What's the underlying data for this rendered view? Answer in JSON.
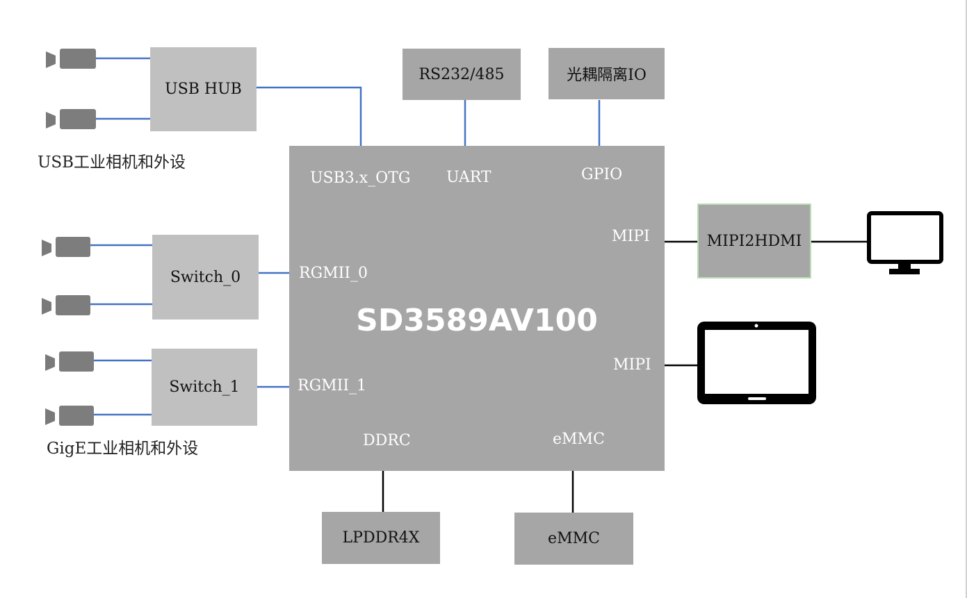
{
  "chip": {
    "title": "SD3589AV100"
  },
  "ports": {
    "usb": "USB3.x_OTG",
    "uart": "UART",
    "gpio": "GPIO",
    "mipi_top": "MIPI",
    "mipi_bottom": "MIPI",
    "rgmii0": "RGMII_0",
    "rgmii1": "RGMII_1",
    "ddrc": "DDRC",
    "emmc": "eMMC"
  },
  "blocks": {
    "usb_hub": "USB HUB",
    "rs232": "RS232/485",
    "optocoupler": "光耦隔离IO",
    "switch0": "Switch_0",
    "switch1": "Switch_1",
    "mipi2hdmi": "MIPI2HDMI",
    "lpddr4x": "LPDDR4X",
    "emmc": "eMMC"
  },
  "captions": {
    "usb_devices": "USB工业相机和外设",
    "gige_devices": "GigE工业相机和外设"
  },
  "colors": {
    "chip": "#a6a6a6",
    "peripheral": "#a6a6a6",
    "wire_blue": "#4472c4",
    "wire_black": "#000000",
    "mipi2hdmi_border": "#b7dfb0"
  },
  "icons": [
    "camera-icon",
    "monitor-icon",
    "tablet-icon"
  ]
}
